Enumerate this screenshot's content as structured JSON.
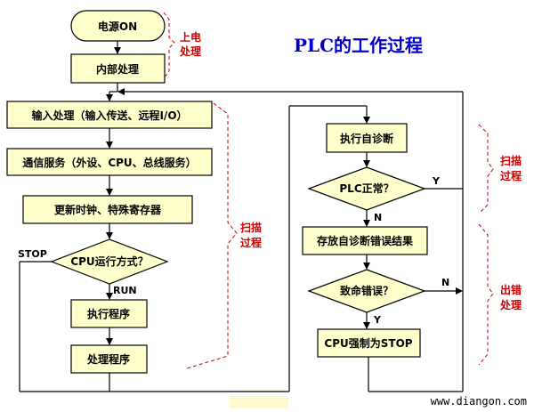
{
  "title": "PLC的工作过程",
  "nodes": {
    "power_on": "电源ON",
    "internal": "内部处理",
    "input": "输入处理（输入传送、远程I/O）",
    "comm": "通信服务（外设、CPU、总线服务）",
    "update": "更新时钟、特殊寄存器",
    "cpu_mode": "CPU运行方式？",
    "exec": "执行程序",
    "process": "处理程序",
    "self_diag": "执行自诊断",
    "plc_ok": "PLC正常？",
    "store_err": "存放自诊断错误结果",
    "fatal_err": "致命错误？",
    "cpu_stop": "CPU强制为STOP"
  },
  "edge_labels": {
    "stop": "STOP",
    "run": "RUN",
    "y1": "Y",
    "n1": "N",
    "n2": "N",
    "y2": "Y"
  },
  "annotations": {
    "power_line1": "上电",
    "power_line2": "处理",
    "scan_left_1": "扫描",
    "scan_left_2": "过程",
    "scan_right_1": "扫描",
    "scan_right_2": "过程",
    "err_1": "出错",
    "err_2": "处理"
  },
  "watermark": "www.diangon.com"
}
